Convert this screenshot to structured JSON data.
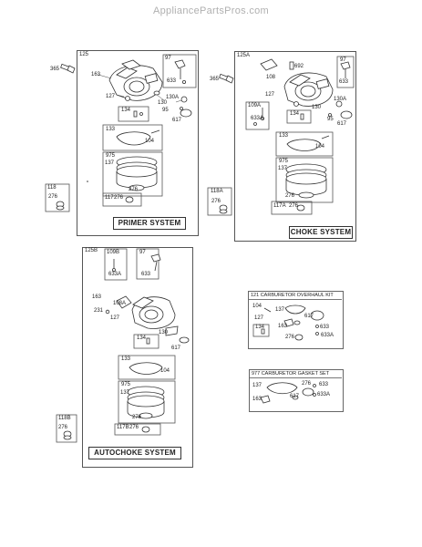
{
  "header": {
    "site": "AppliancePartsPros.com"
  },
  "primer": {
    "panel": "125",
    "title": "PRIMER SYSTEM",
    "labels": [
      "365",
      "163",
      "127",
      "130",
      "130A",
      "95",
      "617",
      "97",
      "633",
      "134",
      "133",
      "104",
      "975",
      "137",
      "276",
      "117",
      "276"
    ],
    "side_box": {
      "id": "118",
      "part": "276"
    }
  },
  "choke": {
    "panel": "125A",
    "title": "CHOKE SYSTEM",
    "labels": [
      "365",
      "692",
      "108",
      "127",
      "130",
      "130A",
      "95",
      "617",
      "97",
      "633",
      "109A",
      "633A",
      "134",
      "133",
      "104",
      "975",
      "137",
      "276",
      "117A",
      "276"
    ],
    "side_box": {
      "id": "118A",
      "part": "276"
    }
  },
  "autochoke": {
    "panel": "125B",
    "title": "AUTOCHOKE SYSTEM",
    "labels": [
      "109B",
      "633A",
      "97",
      "633",
      "163",
      "108A",
      "231",
      "127",
      "130",
      "617",
      "134",
      "133",
      "104",
      "975",
      "137",
      "276",
      "117B",
      "276"
    ],
    "side_box": {
      "id": "118B",
      "part": "276"
    }
  },
  "overhaul_kit": {
    "title": "121 CARBURETOR OVERHAUL KIT",
    "labels": [
      "104",
      "137",
      "127",
      "134",
      "163",
      "617",
      "633",
      "276",
      "633A"
    ]
  },
  "gasket_set": {
    "title": "977 CARBURETOR GASKET SET",
    "labels": [
      "137",
      "276",
      "633",
      "163",
      "617",
      "633A"
    ]
  }
}
